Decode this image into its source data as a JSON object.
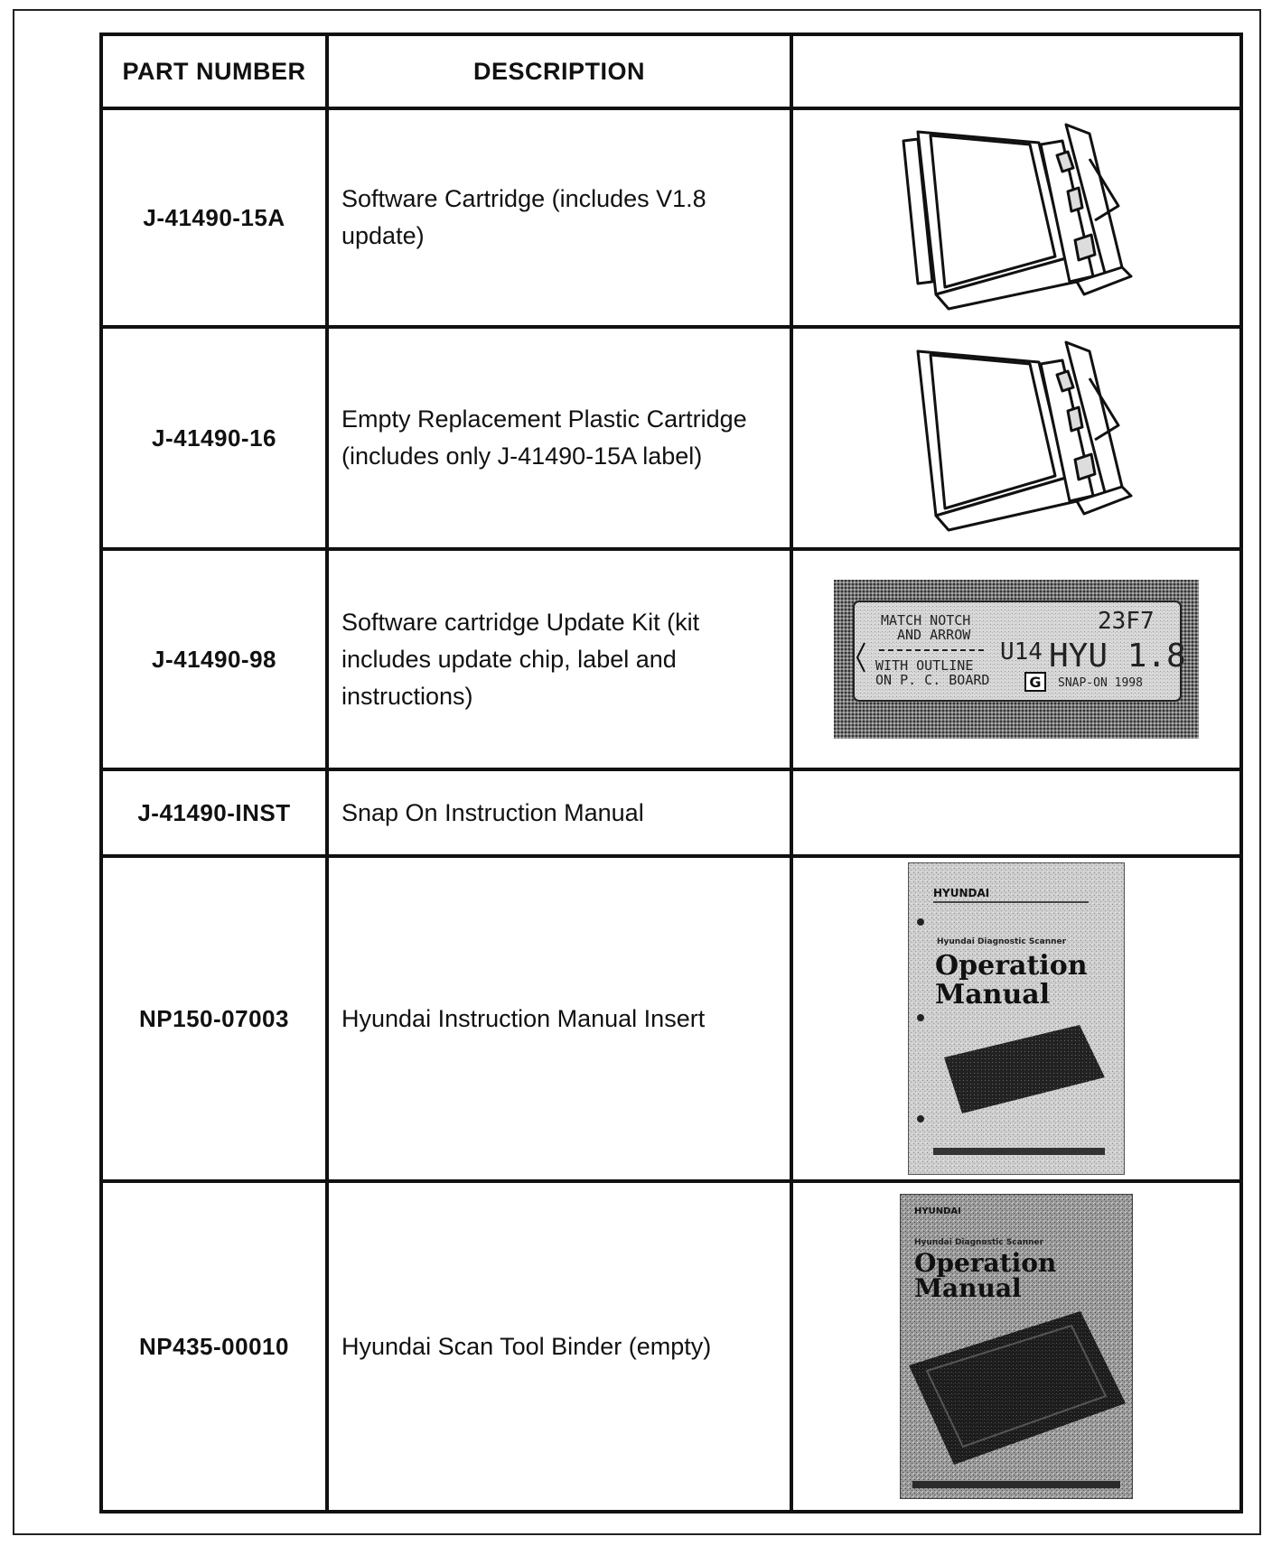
{
  "table": {
    "headers": [
      "PART NUMBER",
      "DESCRIPTION",
      ""
    ],
    "rows": [
      {
        "part_number": "J-41490-15A",
        "description": "Software Cartridge (includes V1.8 update)",
        "image": "cartridge-icon"
      },
      {
        "part_number": "J-41490-16",
        "description": "Empty Replacement Plastic Cartridge (includes only J-41490-15A label)",
        "image": "cartridge-icon"
      },
      {
        "part_number": "J-41490-98",
        "description": "Software cartridge Update Kit (kit includes update chip, label and instructions)",
        "image": "label-icon",
        "label_text": {
          "line1": "MATCH NOTCH",
          "line2": "AND ARROW",
          "line3": "WITH OUTLINE",
          "line4": "ON P. C. BOARD",
          "code": "23F7",
          "model": "U14",
          "product": "HYU 1.8",
          "brand": "SNAP-ON 1998",
          "badge": "G"
        }
      },
      {
        "part_number": "J-41490-INST",
        "description": "Snap On Instruction Manual",
        "image": ""
      },
      {
        "part_number": "NP150-07003",
        "description": "Hyundai Instruction Manual Insert",
        "image": "manual-cover-icon",
        "cover_text": {
          "brand": "HYUNDAI",
          "subtitle": "Hyundai Diagnostic Scanner",
          "title1": "Operation",
          "title2": "Manual"
        }
      },
      {
        "part_number": "NP435-00010",
        "description": "Hyundai Scan Tool Binder (empty)",
        "image": "binder-cover-icon",
        "cover_text": {
          "brand": "HYUNDAI",
          "subtitle": "Hyundai Diagnostic Scanner",
          "title1": "Operation",
          "title2": "Manual"
        }
      }
    ]
  }
}
